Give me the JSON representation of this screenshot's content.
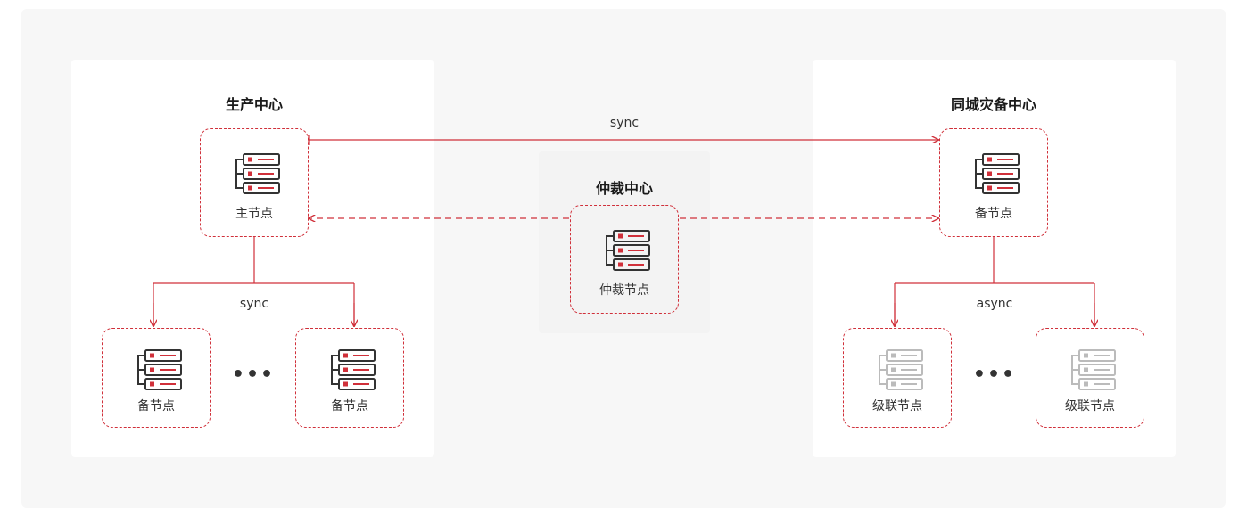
{
  "panels": {
    "production": {
      "title": "生产中心"
    },
    "arbiter": {
      "title": "仲裁中心"
    },
    "dr": {
      "title": "同城灾备中心"
    }
  },
  "nodes": {
    "primary": {
      "label": "主节点"
    },
    "prod_standby_1": {
      "label": "备节点"
    },
    "prod_standby_2": {
      "label": "备节点"
    },
    "arbiter": {
      "label": "仲裁节点"
    },
    "dr_standby": {
      "label": "备节点"
    },
    "cascade_1": {
      "label": "级联节点"
    },
    "cascade_2": {
      "label": "级联节点"
    }
  },
  "edges": {
    "primary_to_dr": "sync",
    "primary_to_standbys": "sync",
    "dr_to_cascades": "async"
  },
  "ellipsis": "•••",
  "colors": {
    "accent": "#d0303a",
    "server_active": "#333333",
    "server_inactive": "#bbbbbb"
  }
}
